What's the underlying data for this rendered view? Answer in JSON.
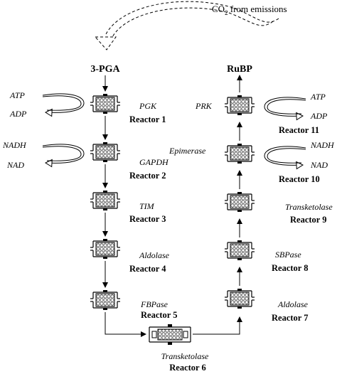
{
  "co2": {
    "prefix": "CO",
    "sub": "2",
    "suffix": " from emissions"
  },
  "start": "3-PGA",
  "end": "RuBP",
  "left_column": [
    {
      "enzyme": "PGK",
      "reactor": "Reactor 1"
    },
    {
      "enzyme": "GAPDH",
      "reactor": "Reactor 2"
    },
    {
      "enzyme": "TIM",
      "reactor": "Reactor 3"
    },
    {
      "enzyme": "Aldolase",
      "reactor": "Reactor 4"
    },
    {
      "enzyme": "FBPase",
      "reactor": "Reactor 5"
    }
  ],
  "bottom": {
    "enzyme": "Transketolase",
    "reactor": "Reactor 6"
  },
  "right_column": [
    {
      "enzyme": "Aldolase",
      "reactor": "Reactor 7"
    },
    {
      "enzyme": "SBPase",
      "reactor": "Reactor 8"
    },
    {
      "enzyme": "Transketolase",
      "reactor": "Reactor 9"
    },
    {
      "enzyme": "Epimerase",
      "reactor": "Reactor 10"
    },
    {
      "enzyme": "PRK",
      "reactor": "Reactor 11"
    }
  ],
  "cofactors": {
    "left": [
      {
        "in": "ATP",
        "out": "ADP"
      },
      {
        "in": "NADH",
        "out": "NAD"
      }
    ],
    "right": [
      {
        "in": "ATP",
        "out": "ADP"
      },
      {
        "in": "NADH",
        "out": "NAD"
      }
    ]
  }
}
